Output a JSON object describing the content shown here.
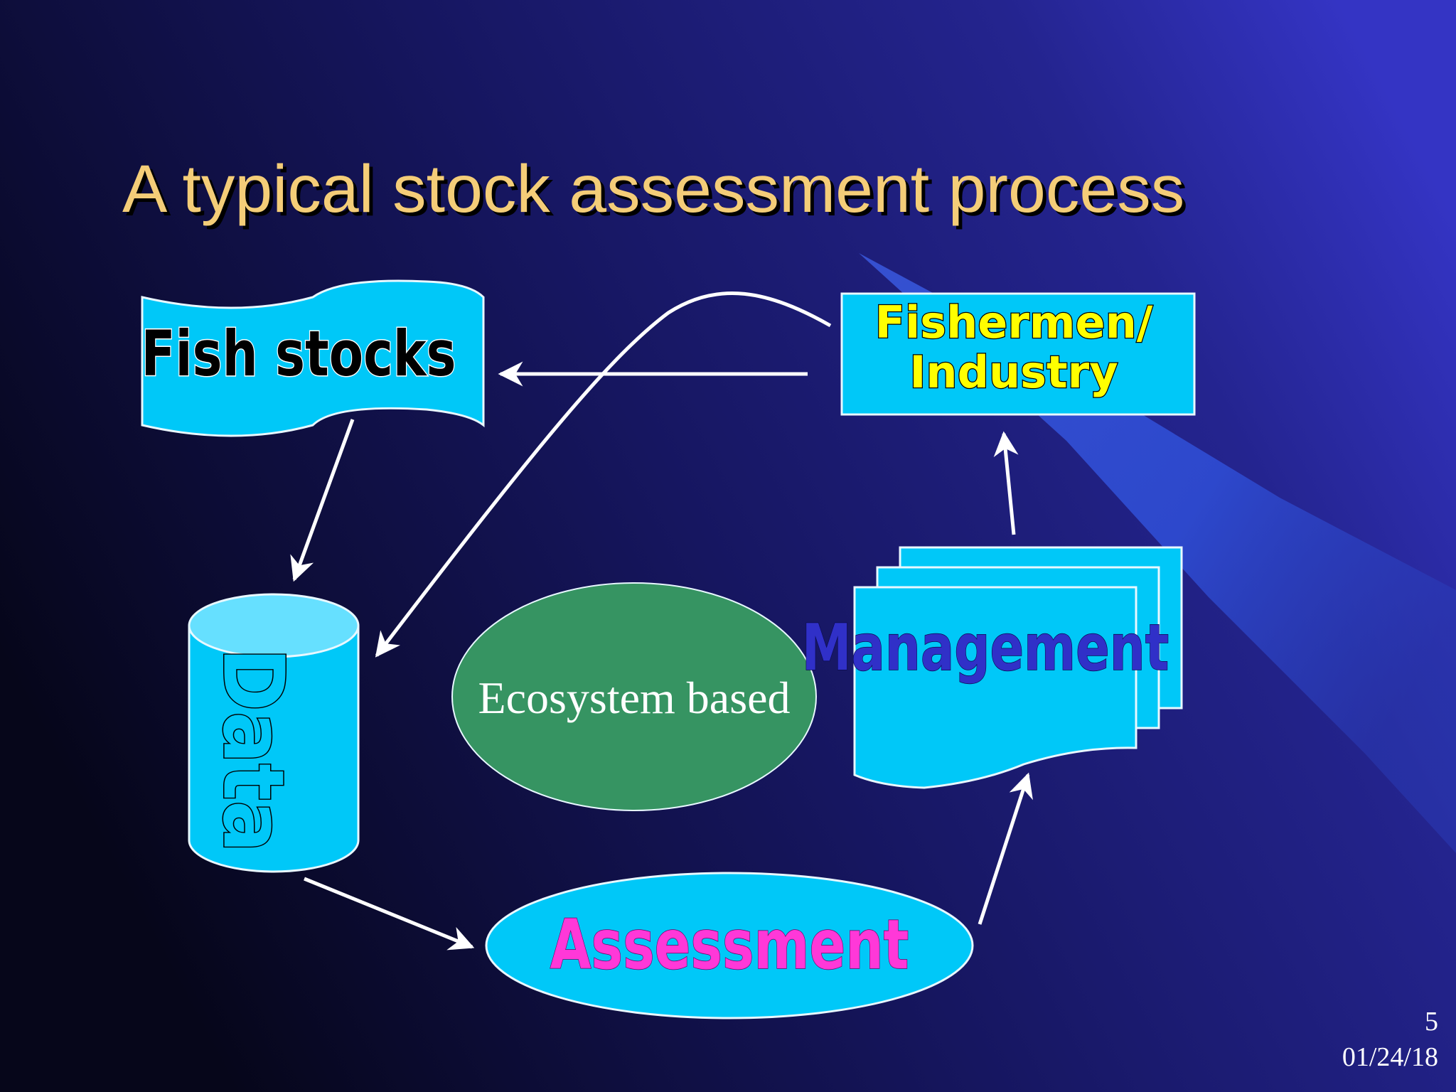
{
  "slide": {
    "title": "A typical stock assessment process",
    "page_number": "5",
    "date": "01/24/18"
  },
  "diagram": {
    "nodes": {
      "fish_stocks": "Fish stocks",
      "fishermen_line1": "Fishermen/",
      "fishermen_line2": "Industry",
      "data": "Data",
      "ecosystem": "Ecosystem based",
      "management": "Management",
      "assessment": "Assessment"
    },
    "colors": {
      "shape_fill": "#00c8f8",
      "ecosystem_fill": "#369462",
      "assessment_text": "#ff38d8",
      "management_text": "#3030c8",
      "fishermen_text": "#ffff00",
      "title_text": "#f4cd78"
    }
  }
}
